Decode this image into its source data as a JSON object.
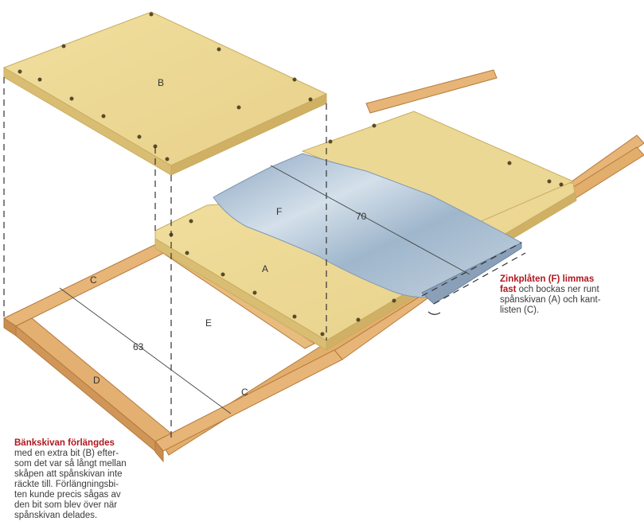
{
  "labels": {
    "b": "B",
    "f": "F",
    "a": "A",
    "c_top": "C",
    "c_bottom": "C",
    "d": "D",
    "e": "E",
    "dim_70": "70",
    "dim_63": "63"
  },
  "caption_right": {
    "heading_1": "Zinkplåten (F) limmas",
    "heading_2": "fast",
    "line_1_rest": " och bockas ner runt",
    "line_2": "spånskivan (A) och kant-",
    "line_3": "listen (C)."
  },
  "caption_left": {
    "heading": "Bänkskivan förlängdes",
    "lines": [
      "med en extra bit (B) efter-",
      "som det var så långt mellan",
      "skåpen att spånskivan inte",
      "räckte till. Förlängningsbi-",
      "ten kunde precis sågas av",
      "den bit som blev över när",
      "spånskivan delades."
    ]
  },
  "colors": {
    "board": "#ecd895",
    "board_edge": "#c9ad60",
    "wood": "#e6b577",
    "wood_edge": "#b57a3c",
    "zinc": "#b7c9da",
    "caption_heading": "#b0171f"
  }
}
